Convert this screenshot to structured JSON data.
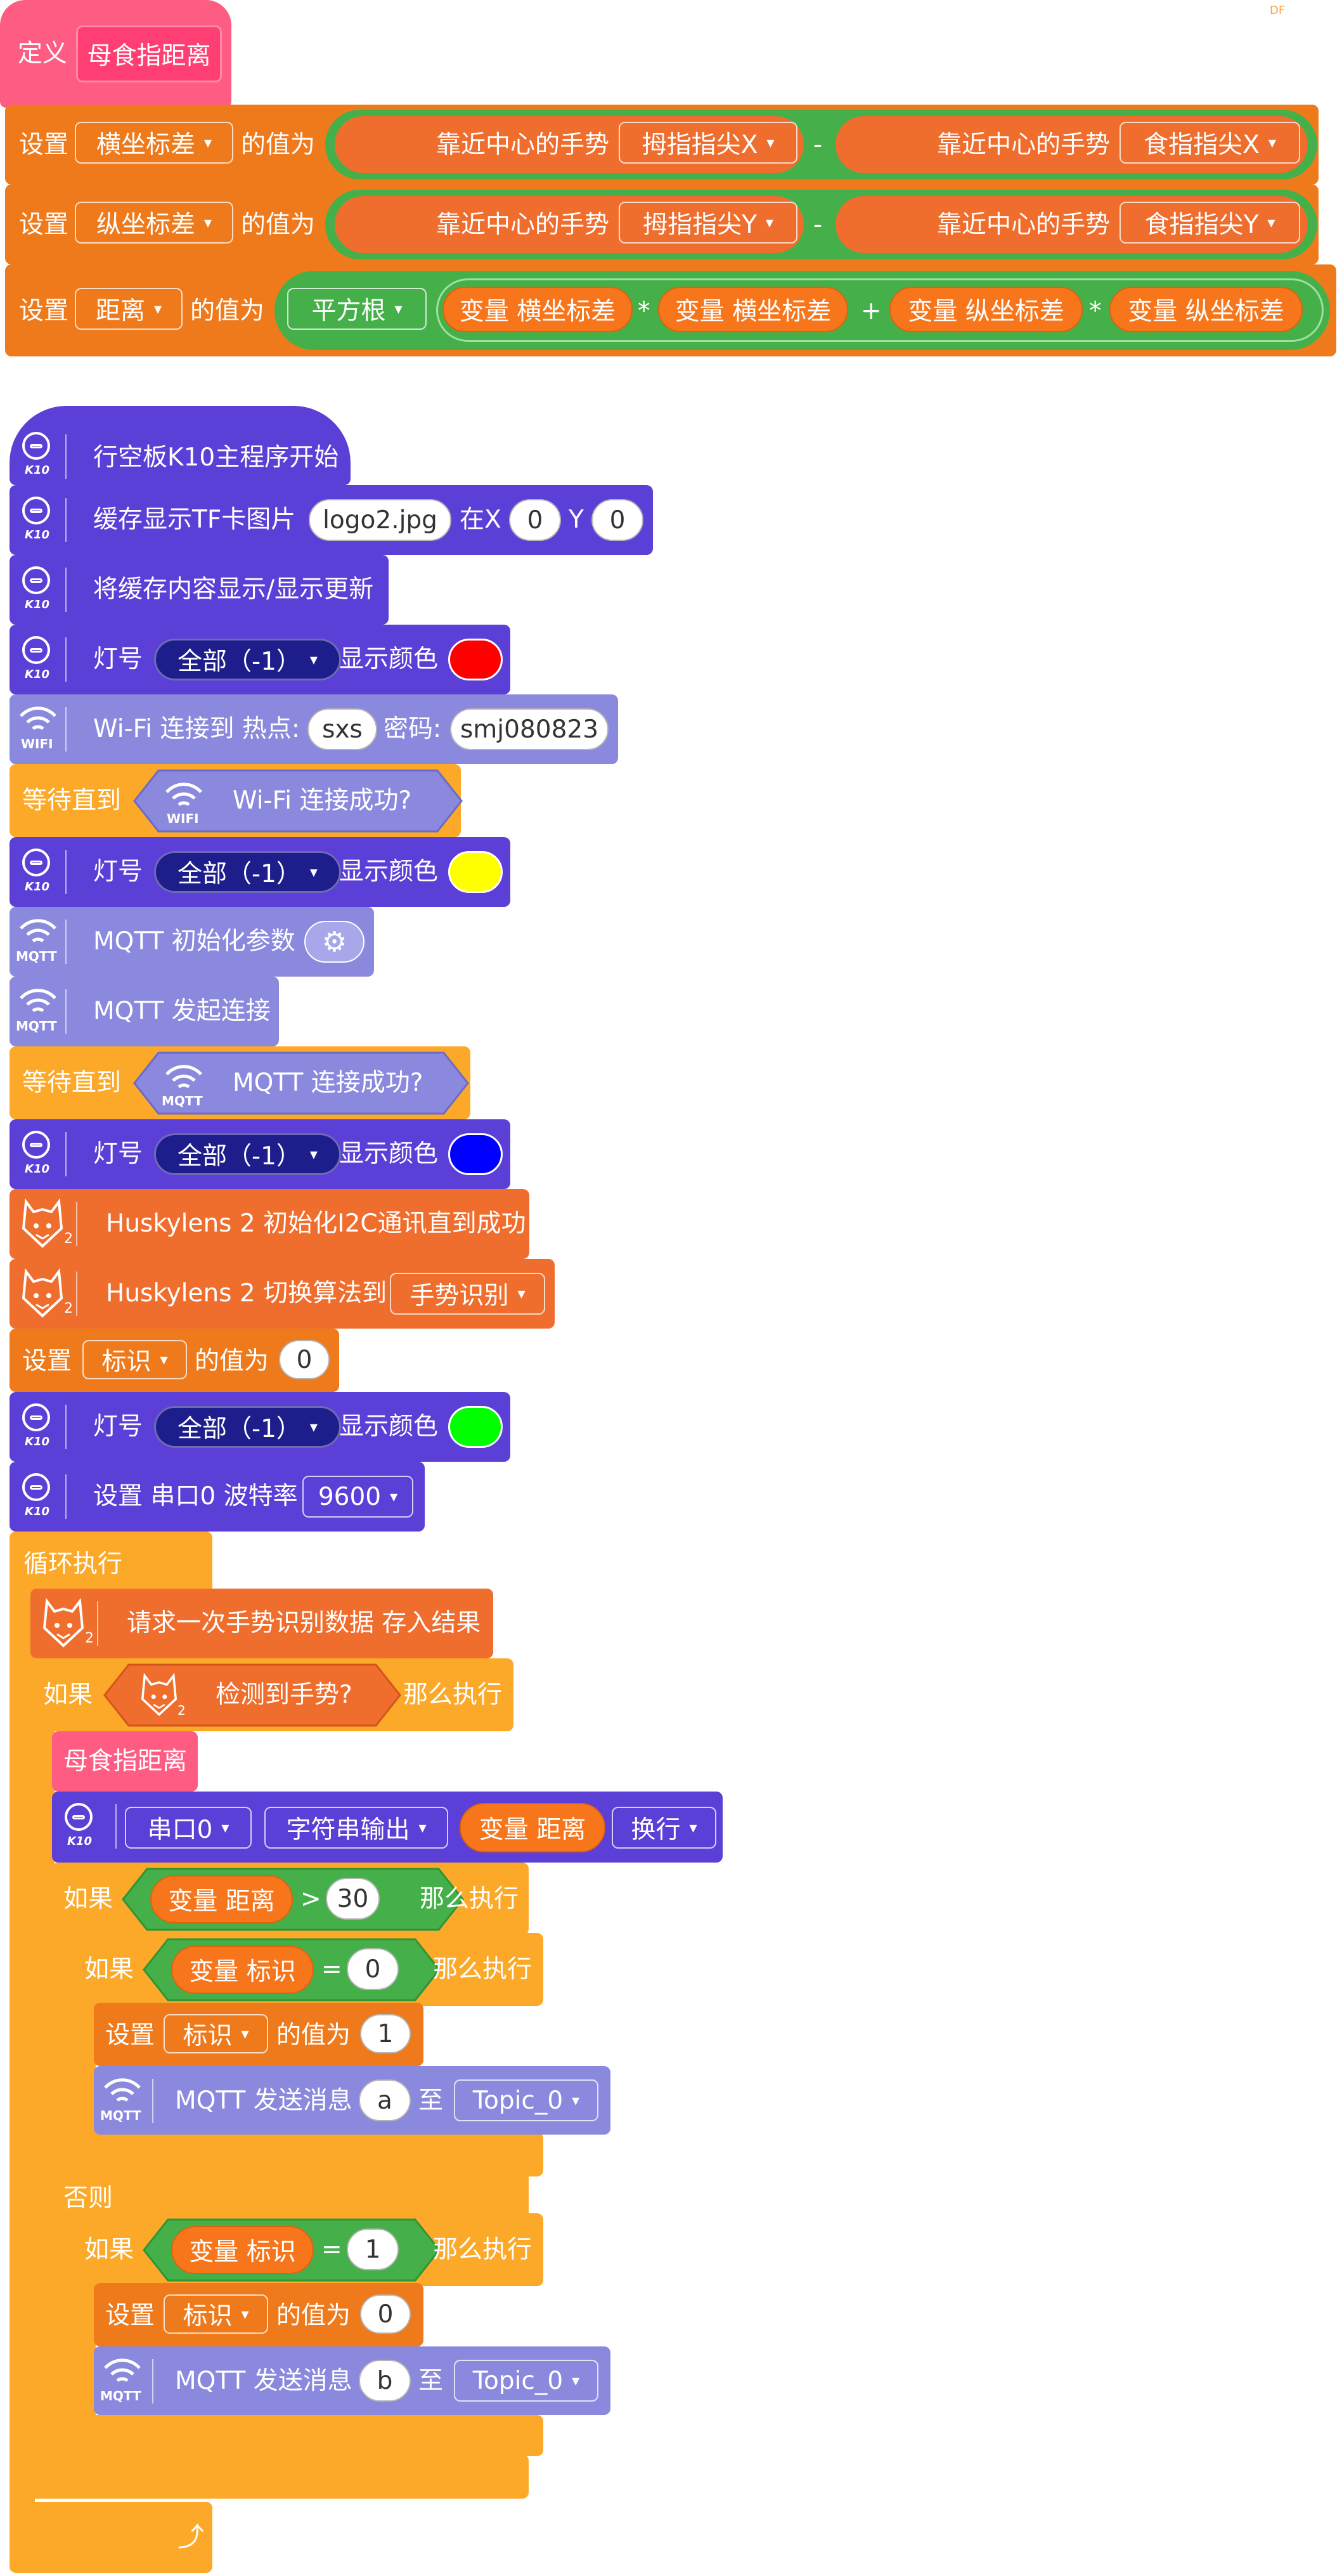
{
  "corner": {
    "brand": "DF"
  },
  "define": {
    "label": "定义",
    "name": "母食指距离"
  },
  "set_labels": {
    "set": "设置",
    "value_of": "的值为"
  },
  "vars": {
    "dx": "横坐标差",
    "dy": "纵坐标差",
    "dist": "距离",
    "flag": "标识"
  },
  "gesture": {
    "label": "靠近中心的手势",
    "thumb_x": "拇指指尖X",
    "index_x": "食指指尖X",
    "thumb_y": "拇指指尖Y",
    "index_y": "食指指尖Y"
  },
  "ops": {
    "minus": "-",
    "times": "*",
    "plus": "+",
    "gt": ">",
    "eq": "="
  },
  "sqrt": "平方根",
  "var_prefix": "变量",
  "caret": "▾",
  "main": {
    "hat": "行空板K10主程序开始",
    "cache_img": "缓存显示TF卡图片",
    "img_file": "logo2.jpg",
    "at_x": "在X",
    "x_val": "0",
    "y_label": "Y",
    "y_val": "0",
    "show_update": "将缓存内容显示/显示更新",
    "led": "灯号",
    "led_all": "全部（-1）",
    "show_color": "显示颜色",
    "wifi_connect": "Wi-Fi 连接到 热点:",
    "ssid": "sxs",
    "pwd_label": "密码:",
    "pwd": "smj080823",
    "wait_until": "等待直到",
    "wifi_ok": "Wi-Fi 连接成功?",
    "mqtt_init": "MQTT 初始化参数",
    "mqtt_connect": "MQTT 发起连接",
    "mqtt_ok": "MQTT 连接成功?",
    "husk_init": "Huskylens 2 初始化I2C通讯直到成功",
    "husk_algo": "Huskylens 2 切换算法到",
    "algo": "手势识别",
    "flag_init": "0",
    "serial_set": "设置 串口0 波特率",
    "baud": "9600",
    "forever": "循环执行",
    "request": "请求一次手势识别数据 存入结果",
    "if": "如果",
    "then": "那么执行",
    "else": "否则",
    "detected": "检测到手势?",
    "call": "母食指距离",
    "serial0": "串口0",
    "str_out": "字符串输出",
    "newline": "换行",
    "thr": "30",
    "zero": "0",
    "one": "1",
    "mqtt_send": "MQTT 发送消息",
    "to": "至",
    "msg_a": "a",
    "msg_b": "b",
    "topic": "Topic_0"
  },
  "badges": {
    "k10": "K10",
    "wifi": "WIFI",
    "mqtt": "MQTT",
    "husk_num": "2"
  },
  "colors": {
    "red": "#ff0000",
    "yellow": "#ffff00",
    "blue": "#0000ff",
    "green": "#00ff00",
    "orange": "#ef7a1c",
    "purple": "#5b3fd6",
    "lavender": "#8a89dd",
    "control": "#fca92a",
    "pink": "#ff5c84",
    "operator": "#45b04a",
    "husky": "#ef6d2d"
  }
}
